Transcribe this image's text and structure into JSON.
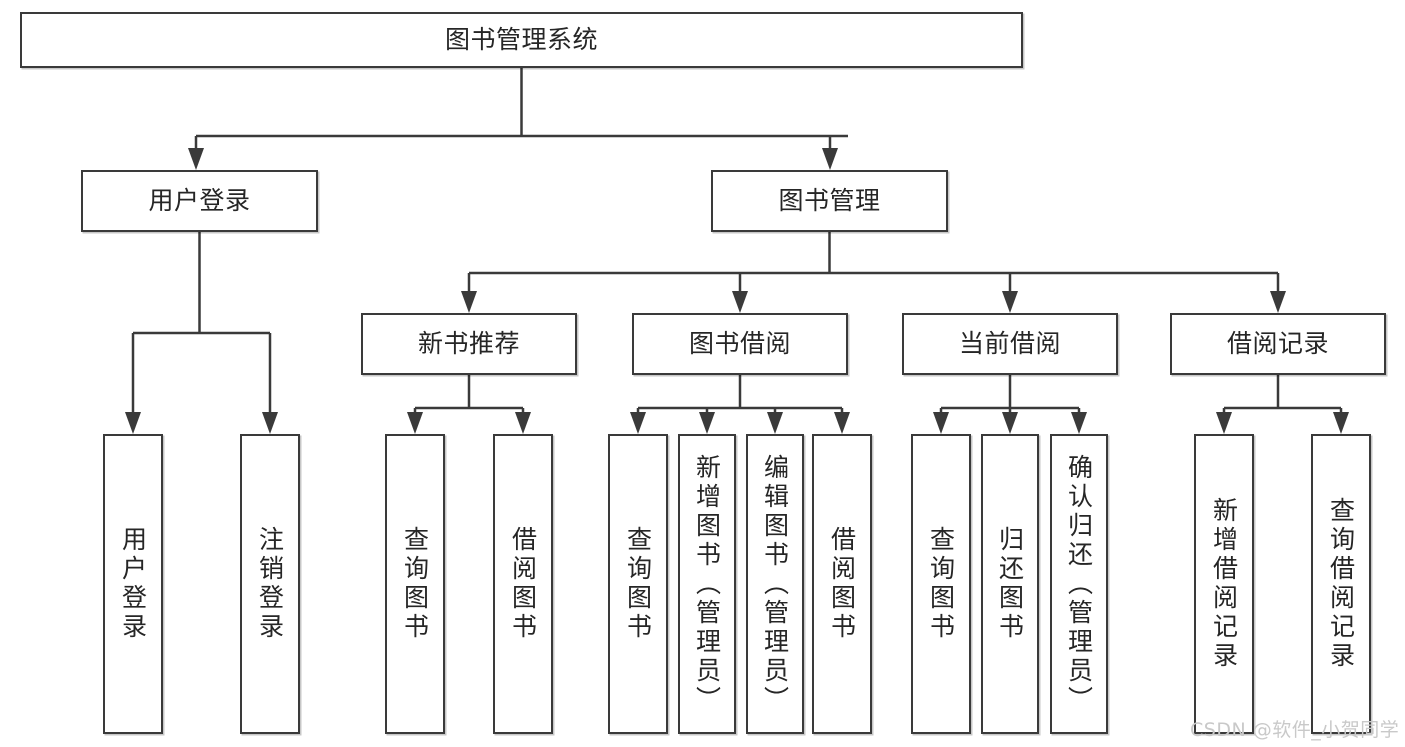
{
  "diagram": {
    "type": "tree-hierarchy-chart",
    "title_text": "图书管理系统",
    "watermark": "CSDN @软件_小贺同学",
    "colors": {
      "stroke": "#3a3a3a",
      "node_fill": "#ffffff",
      "text": "#262626",
      "background": "#ffffff",
      "watermark": "#c9c9c9"
    },
    "nodes": {
      "root": {
        "label": "图书管理系统"
      },
      "level2": [
        {
          "label": "用户登录"
        },
        {
          "label": "图书管理"
        }
      ],
      "level3": [
        {
          "label": "新书推荐"
        },
        {
          "label": "图书借阅"
        },
        {
          "label": "当前借阅"
        },
        {
          "label": "借阅记录"
        }
      ],
      "leaves": {
        "user_login": [
          {
            "label": "用户登录"
          },
          {
            "label": "注销登录"
          }
        ],
        "new_book_recommend": [
          {
            "label": "查询图书"
          },
          {
            "label": "借阅图书"
          }
        ],
        "book_borrow": [
          {
            "label": "查询图书"
          },
          {
            "label": "新增图书（管理员）"
          },
          {
            "label": "编辑图书（管理员）"
          },
          {
            "label": "借阅图书"
          }
        ],
        "current_borrow": [
          {
            "label": "查询图书"
          },
          {
            "label": "归还图书"
          },
          {
            "label": "确认归还（管理员）"
          }
        ],
        "borrow_record": [
          {
            "label": "新增借阅记录"
          },
          {
            "label": "查询借阅记录"
          }
        ]
      }
    }
  }
}
